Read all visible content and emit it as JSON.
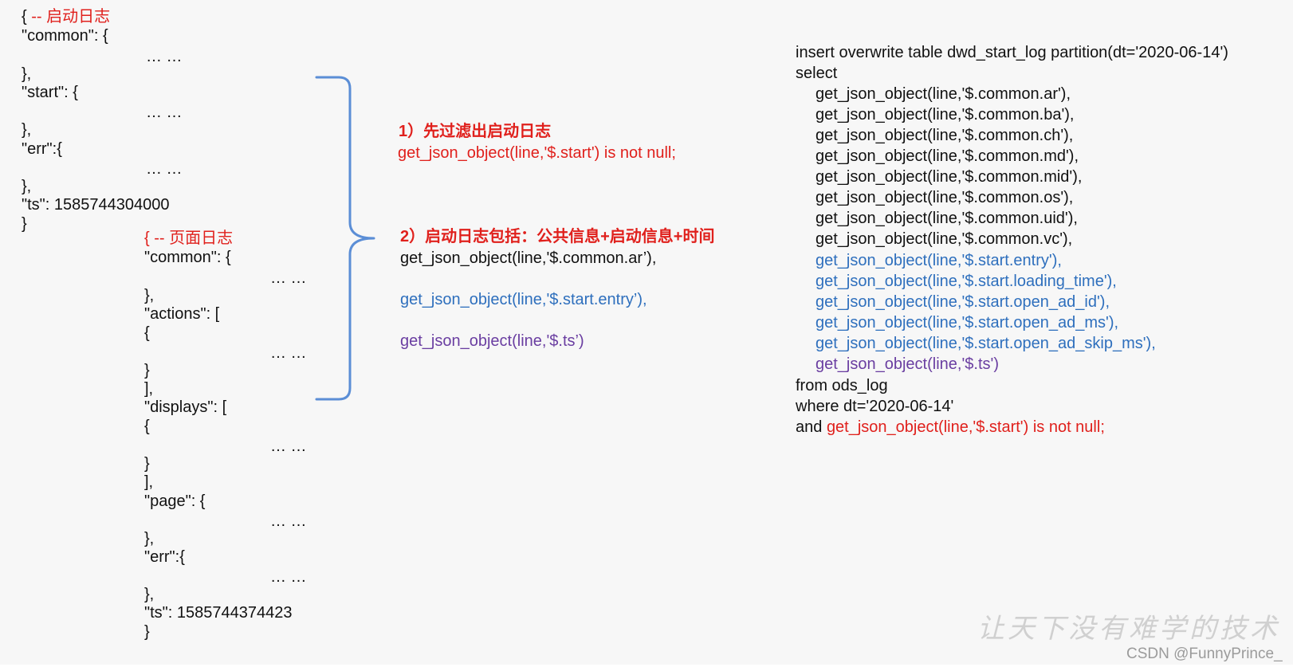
{
  "colors": {
    "background": "#f7f7f7",
    "text": "#111111",
    "red": "#e0201c",
    "blue": "#2e6fbd",
    "purple": "#6a3ea1",
    "brace": "#5b8ed6"
  },
  "start_log": {
    "title_brace": "{",
    "title_label": " -- 启动日志",
    "common_open": "\"common\": {",
    "common_ellipsis": "… …",
    "common_close": "},",
    "start_open": "\"start\": {",
    "start_ellipsis": "… …",
    "start_close": "},",
    "err_open": "\"err\":{",
    "err_ellipsis": "… …",
    "err_close": "},",
    "ts": "\"ts\": 1585744304000",
    "close": "}"
  },
  "page_log": {
    "title": "{ -- 页面日志",
    "common_open": "\"common\": {",
    "common_ellipsis": "… …",
    "common_close": "},",
    "actions_open": "\"actions\": [",
    "actions_item_open": "{",
    "actions_ellipsis": "… …",
    "actions_item_close": "}",
    "actions_close": "],",
    "displays_open": "\"displays\": [",
    "displays_item_open": "{",
    "displays_ellipsis": "… …",
    "displays_item_close": "}",
    "displays_close": "],",
    "page_open": "\"page\": {",
    "page_ellipsis": "… …",
    "page_close": "},",
    "err_open": "\"err\":{",
    "err_ellipsis": "… …",
    "err_close": "},",
    "ts": "\"ts\": 1585744374423",
    "close": "}"
  },
  "notes": {
    "step1_title": "1）先过滤出启动日志",
    "step1_code": "get_json_object(line,'$.start') is not null;",
    "step2_title": "2）启动日志包括：公共信息+启动信息+时间",
    "step2_common": "get_json_object(line,'$.common.ar’),",
    "step2_start": "get_json_object(line,'$.start.entry’),",
    "step2_ts": "get_json_object(line,'$.ts’)"
  },
  "sql": {
    "insert": "insert overwrite table dwd_start_log partition(dt='2020-06-14')",
    "select": "select",
    "common_fields": [
      "get_json_object(line,'$.common.ar'),",
      "get_json_object(line,'$.common.ba'),",
      "get_json_object(line,'$.common.ch'),",
      "get_json_object(line,'$.common.md'),",
      "get_json_object(line,'$.common.mid'),",
      "get_json_object(line,'$.common.os'),",
      "get_json_object(line,'$.common.uid'),",
      "get_json_object(line,'$.common.vc'),"
    ],
    "start_fields": [
      "get_json_object(line,'$.start.entry'),",
      "get_json_object(line,'$.start.loading_time'),",
      "get_json_object(line,'$.start.open_ad_id'),",
      "get_json_object(line,'$.start.open_ad_ms'),",
      "get_json_object(line,'$.start.open_ad_skip_ms'),"
    ],
    "ts_field": "get_json_object(line,'$.ts')",
    "from": "from ods_log",
    "where": "where dt='2020-06-14'",
    "and_prefix": "and ",
    "and_condition": "get_json_object(line,'$.start') is not null;"
  },
  "watermark": "让天下没有难学的技术",
  "credit": "CSDN @FunnyPrince_"
}
